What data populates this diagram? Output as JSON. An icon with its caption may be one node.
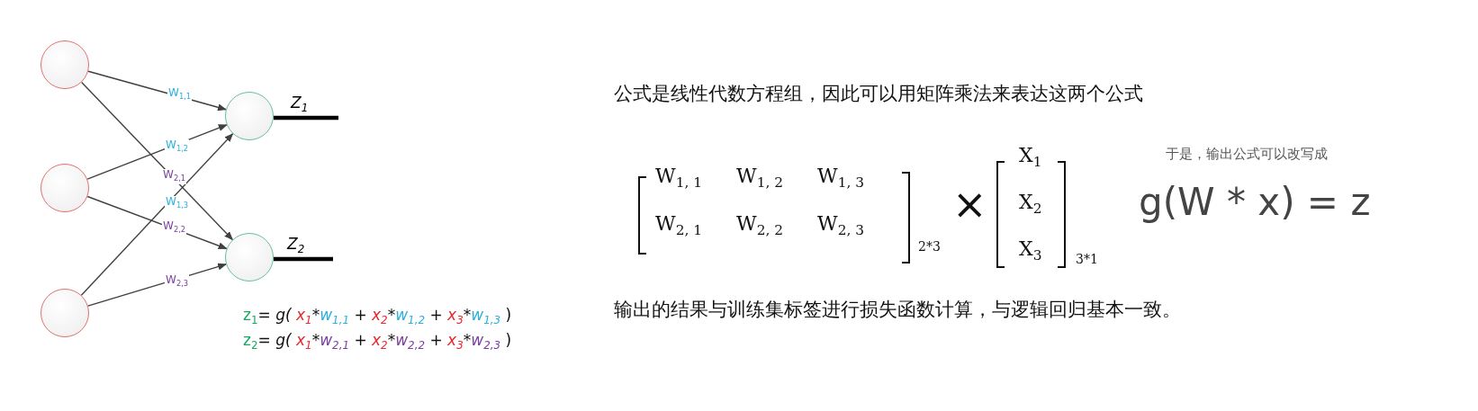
{
  "diagram": {
    "nodes": [
      {
        "text": [],
        "shape": "circle"
      },
      {
        "text": [],
        "shape": "circle"
      },
      {
        "text": [],
        "shape": "circle"
      },
      {
        "text": [],
        "shape": "circle"
      },
      {
        "text": [],
        "shape": "circle"
      }
    ],
    "edges": [
      {
        "from": 0,
        "to": 3,
        "arrow": "to",
        "label": "W$_{1,1}$"
      },
      {
        "from": 0,
        "to": 4,
        "arrow": "to",
        "label": "W$_{2,1}$"
      },
      {
        "from": 1,
        "to": 3,
        "arrow": "to",
        "label": "W$_{1,2}$"
      },
      {
        "from": 1,
        "to": 4,
        "arrow": "to",
        "label": "W$_{2,2}$"
      },
      {
        "from": 2,
        "to": 3,
        "arrow": "to",
        "label": "W$_{1,3}$"
      },
      {
        "from": 2,
        "to": 4,
        "arrow": "to",
        "label": "W$_{2,3}$"
      },
      {
        "from": 3,
        "to": null,
        "arrow": "none",
        "style": "thick",
        "color": "#000000",
        "label": "Z$_{1}$"
      },
      {
        "from": 4,
        "to": null,
        "arrow": "none",
        "style": "thick",
        "color": "#000000",
        "label": "Z$_{2}$"
      }
    ],
    "labels": [
      "公式是线性代数方程组，因此可以用矩阵乘法来表达这两个公式",
      "W$_{1, 1}$",
      "W$_{1, 2}$",
      "W$_{1, 3}$",
      "W$_{2, 1}$",
      "W$_{2, 2}$",
      "W$_{2, 3}$",
      "2*3",
      "×",
      "X$_{1}$",
      "X$_{2}$",
      "X$_{3}$",
      "3*1",
      "于是，输出公式可以改写成",
      "g(W * x) = z",
      "z$_{1}$= g( x$_{1}$*w$_{1,1}$ + x$_{2}$*w$_{1,2}$ + x$_{3}$*w$_{1,3}$ )",
      "z$_{2}$= g( x$_{1}$*w$_{2,1}$ + x$_{2}$*w$_{2,2}$ + x$_{3}$*w$_{2,3}$ )",
      "输出的结果与训练集标签进行损失函数计算，与逻辑回归基本一致。"
    ]
  }
}
